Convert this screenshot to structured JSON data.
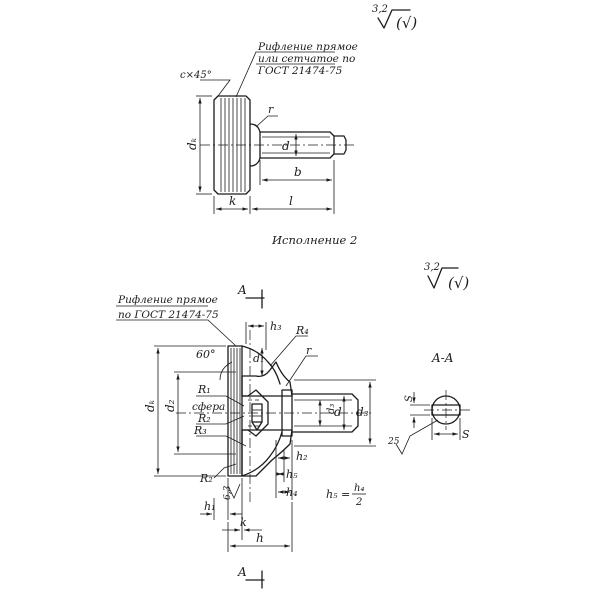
{
  "top_view": {
    "roughness_value": "3,2",
    "roughness_paren": "(√)",
    "note_line1": "Рифление прямое",
    "note_line2": "или сетчатое по",
    "note_line3": "ГОСТ 21474-75",
    "chamfer": "c×45°",
    "dim_dk": "dₖ",
    "dim_d": "d",
    "dim_r": "r",
    "dim_b": "b",
    "dim_k": "k",
    "dim_l": "l",
    "caption": "Исполнение 2"
  },
  "bottom_view": {
    "roughness_value": "3,2",
    "roughness_paren": "(√)",
    "note_line1": "Рифление прямое",
    "note_line2": "по ГОСТ 21474-75",
    "section_mark": "A",
    "section_title": "A-A",
    "angle": "60°",
    "dim_h3": "h₃",
    "dim_r4": "R₄",
    "dim_d1": "d₁",
    "dim_r": "r",
    "dim_dk": "dₖ",
    "dim_d2": "d₂",
    "dim_r1": "R₁",
    "sphere": "сфера",
    "dim_r2": "R₂",
    "dim_r3": "R₃",
    "dim_d3": "d₃",
    "dim_d": "d",
    "dim_ds": "d₃",
    "dim_h2": "h₂",
    "dim_h5": "h₅",
    "dim_h4": "h₄",
    "dim_r2b": "R₂",
    "rough_63": "6,3",
    "formula_lhs": "h₅ =",
    "formula_num": "h₄",
    "formula_den": "2",
    "dim_h1": "h₁",
    "dim_k": "k",
    "dim_h": "h",
    "dim_s_small": "S",
    "dim_s": "S",
    "rough_25": "25"
  }
}
